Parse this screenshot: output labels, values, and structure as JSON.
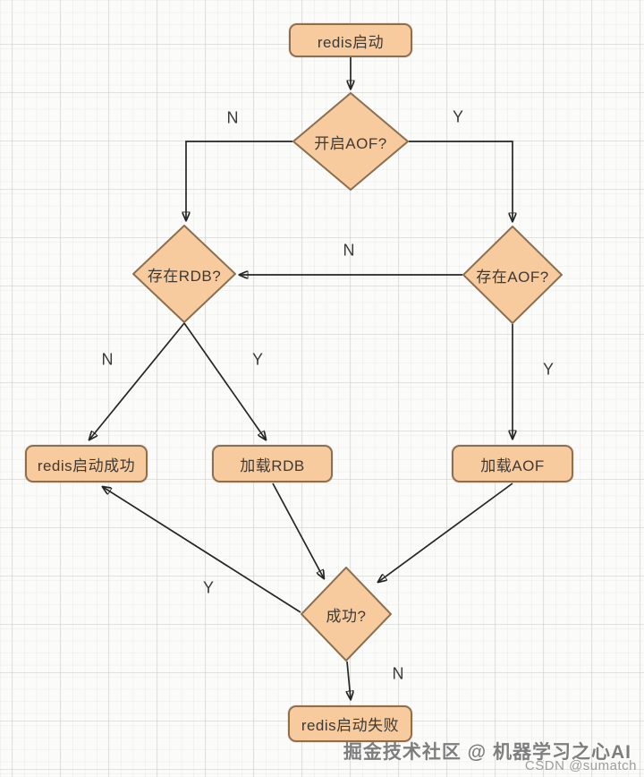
{
  "diagram": {
    "type": "flowchart",
    "topic": "redis startup load sequence",
    "nodes": {
      "start": {
        "label": "redis启动",
        "shape": "rounded-rect"
      },
      "aof_enabled": {
        "label": "开启AOF?",
        "shape": "diamond"
      },
      "rdb_exists": {
        "label": "存在RDB?",
        "shape": "diamond"
      },
      "aof_exists": {
        "label": "存在AOF?",
        "shape": "diamond"
      },
      "start_success": {
        "label": "redis启动成功",
        "shape": "rounded-rect"
      },
      "load_rdb": {
        "label": "加载RDB",
        "shape": "rounded-rect"
      },
      "load_aof": {
        "label": "加载AOF",
        "shape": "rounded-rect"
      },
      "success_check": {
        "label": "成功?",
        "shape": "diamond"
      },
      "start_fail": {
        "label": "redis启动失败",
        "shape": "rounded-rect"
      }
    },
    "edge_labels": {
      "aof_enabled_no": "N",
      "aof_enabled_yes": "Y",
      "aof_exists_no": "N",
      "rdb_exists_no": "N",
      "rdb_exists_yes": "Y",
      "aof_exists_yes": "Y",
      "success_yes": "Y",
      "success_no": "N"
    },
    "colors": {
      "node_fill": "#f8cb9f",
      "node_border": "#8b6f4e",
      "edge_stroke": "#262626",
      "text": "#3d3a35"
    }
  },
  "watermark": {
    "community": "掘金技术社区 @ 机器学习之心AI",
    "csdn": "CSDN @sumatch"
  }
}
